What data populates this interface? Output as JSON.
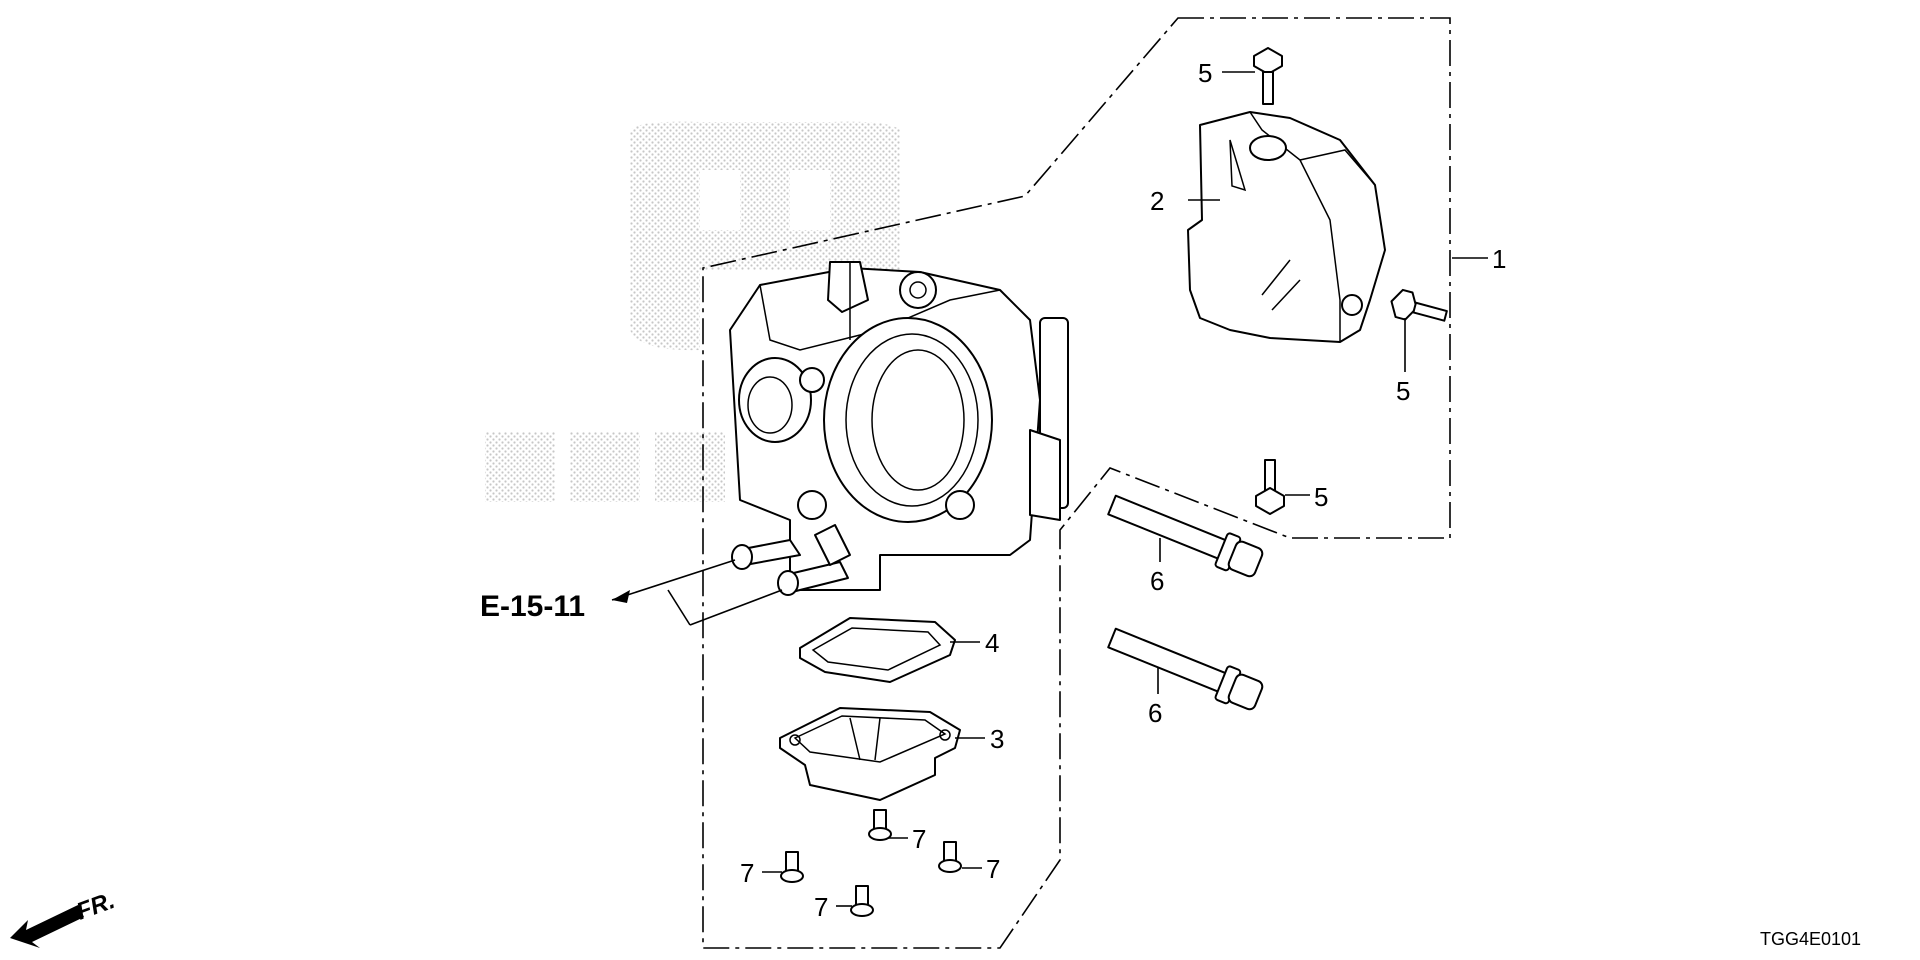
{
  "watermark": {
    "brand": "HONDA",
    "color": "#b8b8b8"
  },
  "reference_link": {
    "label": "E-15-11"
  },
  "direction_marker": {
    "label": "FR."
  },
  "diagram_code": "TGG4E0101",
  "callouts": {
    "c1": "1",
    "c2": "2",
    "c3": "3",
    "c4": "4",
    "c5a": "5",
    "c5b": "5",
    "c5c": "5",
    "c6a": "6",
    "c6b": "6",
    "c7a": "7",
    "c7b": "7",
    "c7c": "7",
    "c7d": "7"
  }
}
